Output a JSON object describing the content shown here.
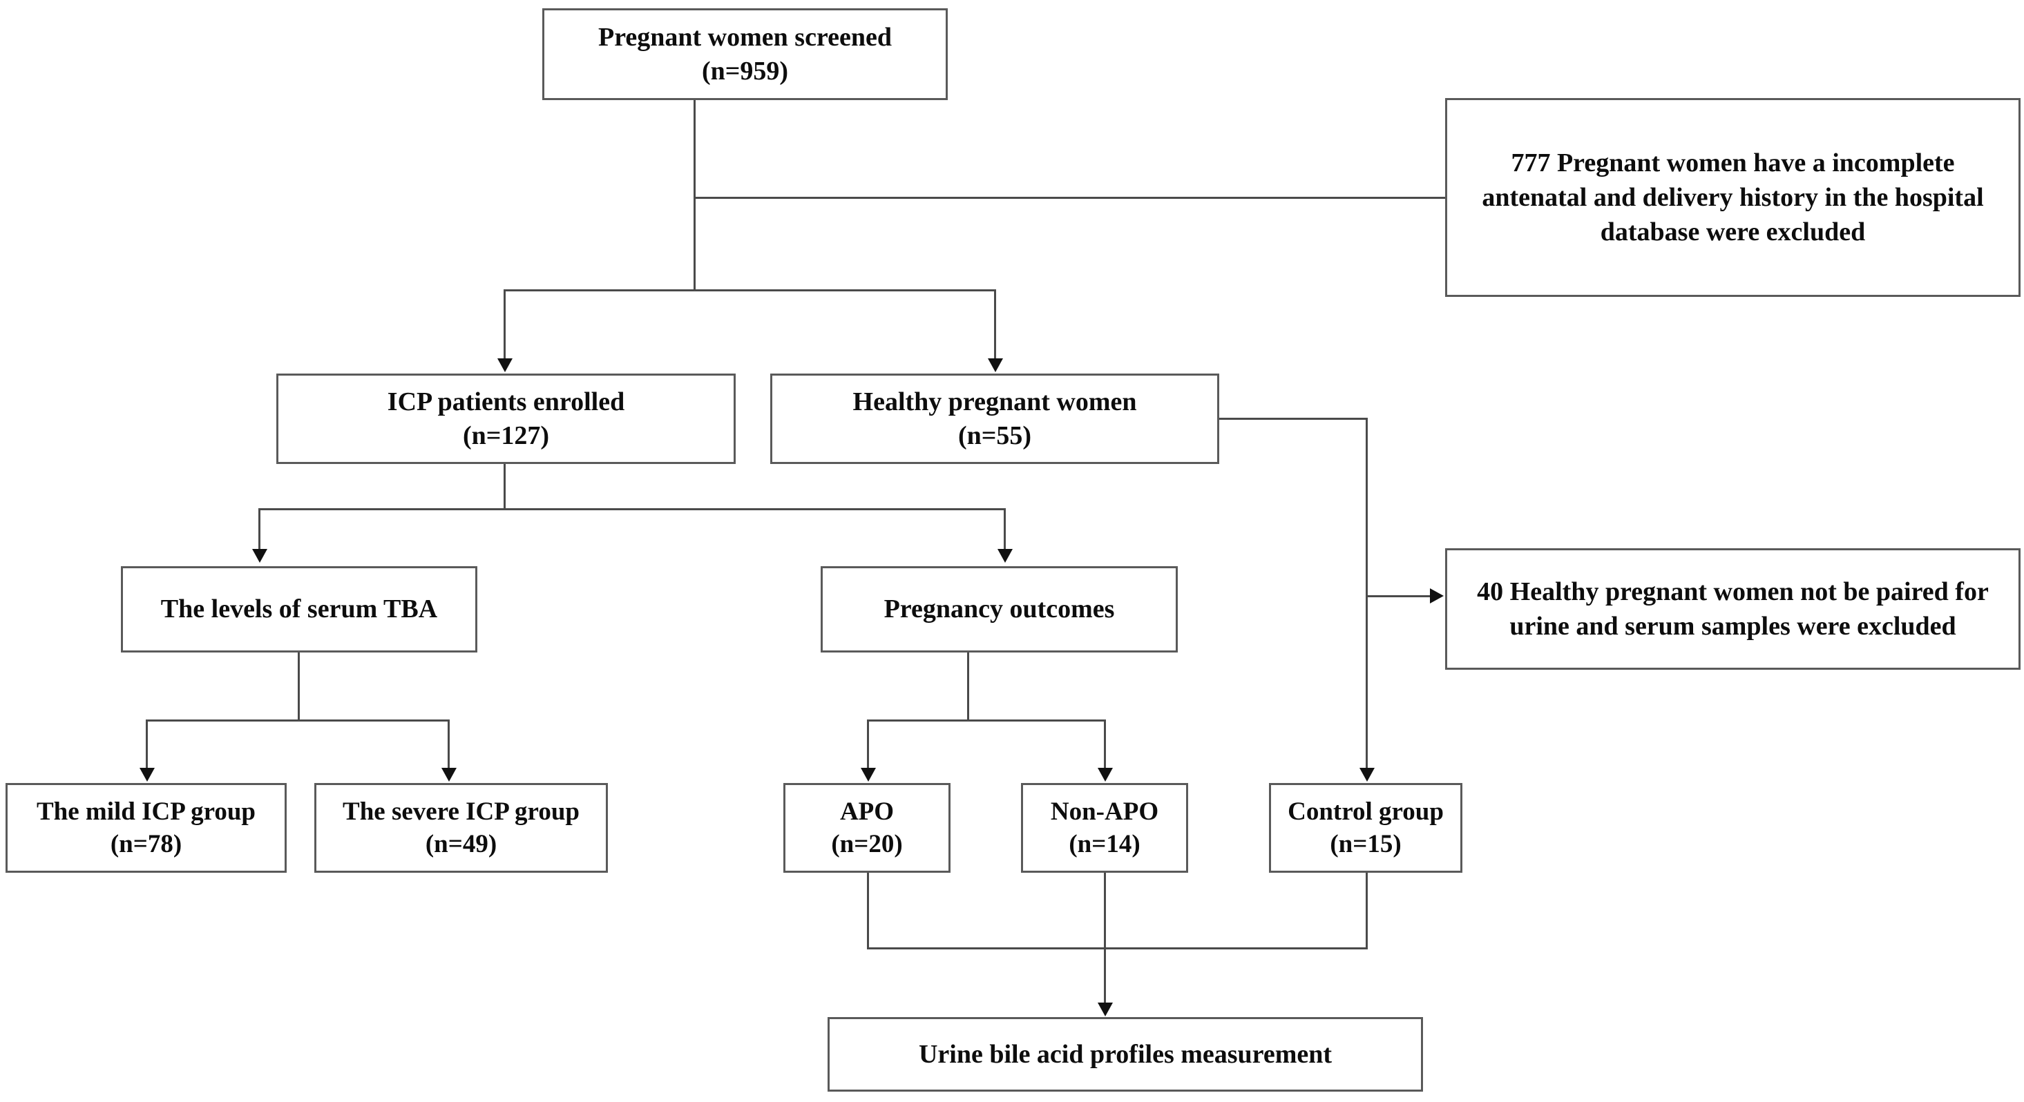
{
  "diagram": {
    "title": "Study participant flow diagram",
    "type": "flowchart",
    "line_color": "#4a4a4a",
    "border_color": "#5a5a5a",
    "text_color": "#0d0d0d",
    "background": "#ffffff"
  },
  "nodes": {
    "screened": {
      "line1": "Pregnant women screened",
      "line2": "(n=959)"
    },
    "excluded_777": {
      "text": "777  Pregnant women have a incomplete antenatal and delivery history in the hospital database were excluded"
    },
    "icp_enrolled": {
      "line1": "ICP patients enrolled",
      "line2": "(n=127)"
    },
    "healthy": {
      "line1": "Healthy pregnant women",
      "line2": "(n=55)"
    },
    "serum_tba": {
      "line1": "The levels of serum TBA"
    },
    "pregnancy_outcomes": {
      "line1": "Pregnancy outcomes"
    },
    "excluded_40": {
      "text": "40 Healthy pregnant women not be paired for urine and serum samples were excluded"
    },
    "mild_icp": {
      "line1": "The mild ICP group",
      "line2": "(n=78)"
    },
    "severe_icp": {
      "line1": "The severe ICP group",
      "line2": "(n=49)"
    },
    "apo": {
      "line1": "APO",
      "line2": "(n=20)"
    },
    "non_apo": {
      "line1": "Non-APO",
      "line2": "(n=14)"
    },
    "control": {
      "line1": "Control group",
      "line2": "(n=15)"
    },
    "urine_measurement": {
      "line1": "Urine bile acid profiles measurement"
    }
  }
}
